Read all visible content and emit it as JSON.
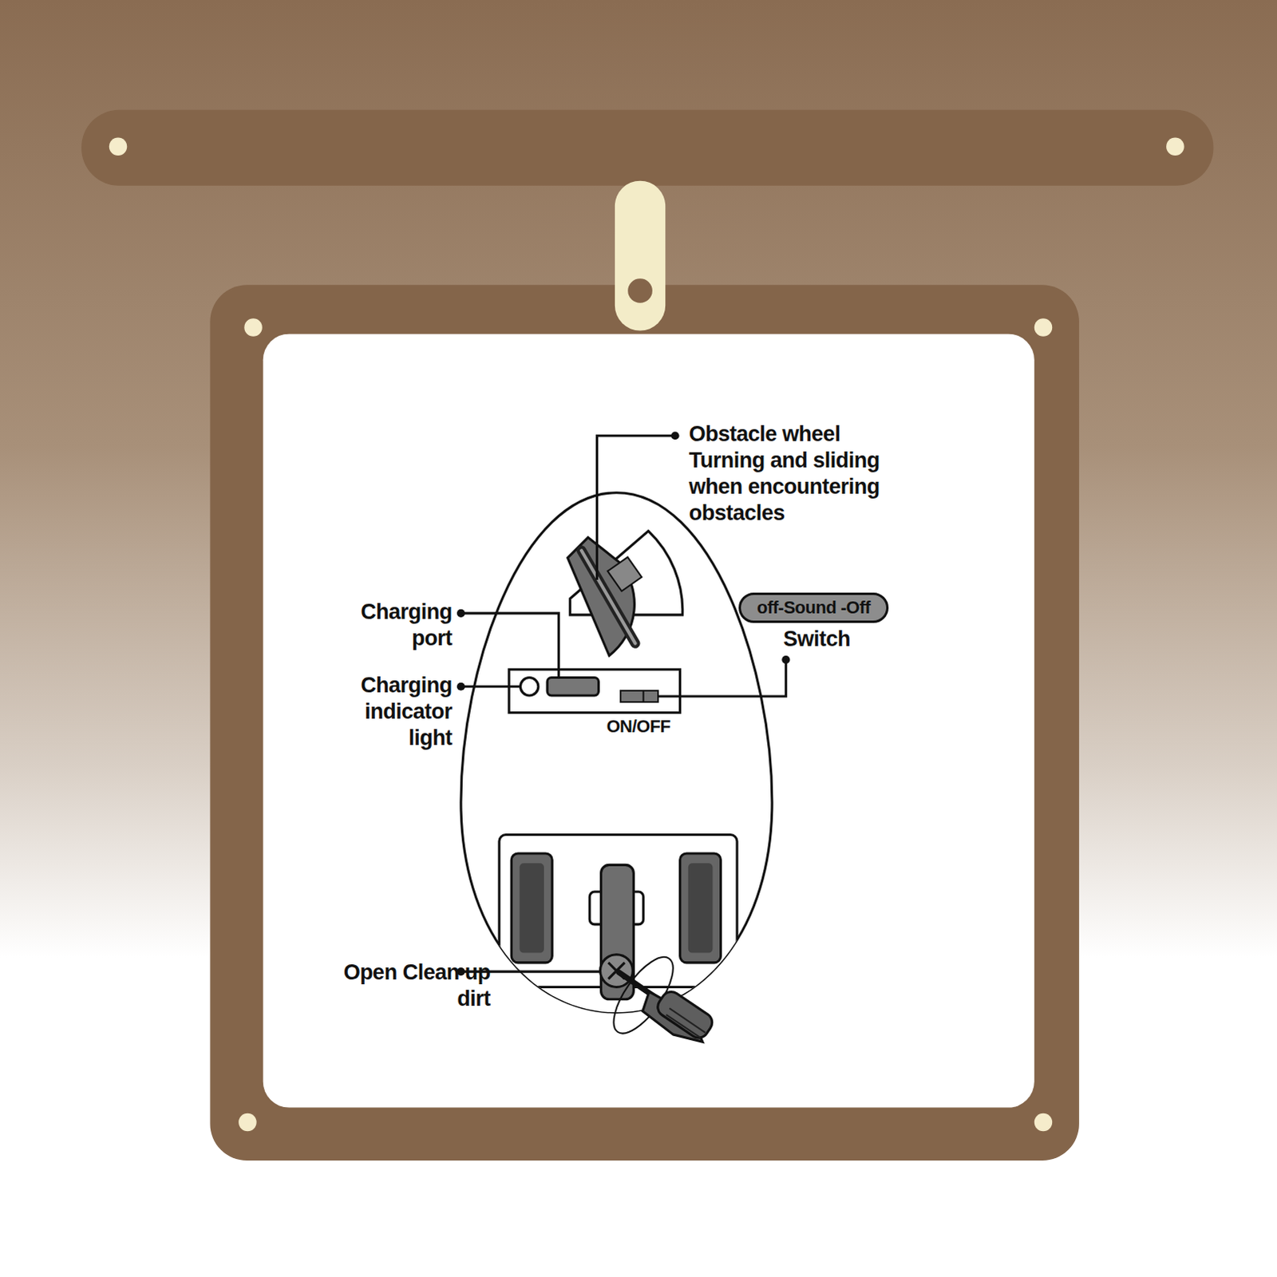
{
  "diagram": {
    "nodes": [
      {
        "text": [
          "off-Sound -Off"
        ]
      }
    ],
    "labels": [
      "Obstacle wheel Turning and sliding when encountering obstacles",
      "Charging port",
      "Charging indicator light",
      "Switch",
      "ON/OFF",
      "Open Clean up dirt"
    ]
  }
}
